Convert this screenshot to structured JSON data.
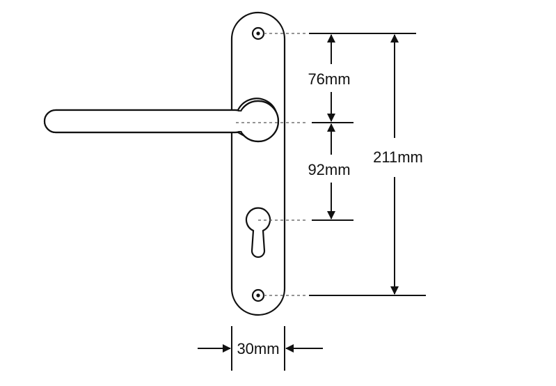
{
  "dimensions": {
    "upper_spacing": "76mm",
    "lower_spacing": "92mm",
    "overall_height": "211mm",
    "plate_width": "30mm"
  },
  "colors": {
    "line": "#111111",
    "guide": "#555555",
    "background": "#ffffff"
  }
}
